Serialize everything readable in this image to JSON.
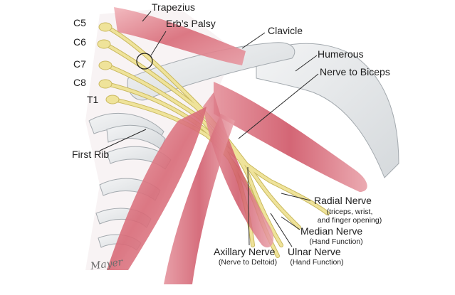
{
  "figure": {
    "labels": {
      "trapezius": "Trapezius",
      "erbs_palsy": "Erb’s Palsy",
      "clavicle": "Clavicle",
      "humerous": "Humerous",
      "nerve_to_biceps": "Nerve to Biceps",
      "c5": "C5",
      "c6": "C6",
      "c7": "C7",
      "c8": "C8",
      "t1": "T1",
      "first_rib": "First Rib",
      "radial_nerve": "Radial Nerve",
      "radial_nerve_note_1": "(triceps, wrist,",
      "radial_nerve_note_2": "and finger opening)",
      "median_nerve": "Median Nerve",
      "median_nerve_note": "(Hand Function)",
      "axillary_nerve": "Axillary Nerve",
      "axillary_nerve_note": "(Nerve to Deltoid)",
      "ulnar_nerve": "Ulnar Nerve",
      "ulnar_nerve_note": "(Hand Function)"
    },
    "signature": "Mayer",
    "colors": {
      "muscle": "#d96b78",
      "muscle_light": "#eba3ab",
      "nerve": "#efe39a",
      "nerve_outline": "#c9b85e",
      "bone": "#e6e8ea",
      "bone_outline": "#9ea4a9",
      "leader_line": "#2a2a2a"
    }
  }
}
